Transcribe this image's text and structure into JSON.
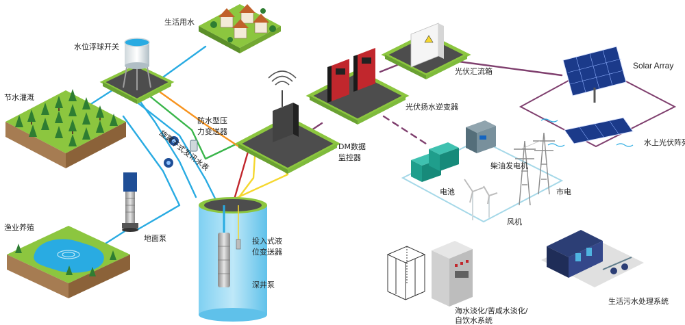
{
  "labels": {
    "domestic_water": "生活用水",
    "float_switch": "水位浮球开关",
    "irrigation": "节水灌溉",
    "pressure_transmitter_1": "防水型压",
    "pressure_transmitter_2": "力变送器",
    "flowmeter": "旋翼干式发讯水表",
    "surface_pump": "地面泵",
    "aquaculture": "渔业养殖",
    "submersible_transmitter_1": "投入式液",
    "submersible_transmitter_2": "位变送器",
    "deep_well_pump": "深井泵",
    "dm_monitor_1": "DM数据",
    "dm_monitor_2": "监控器",
    "pv_inverter": "光伏扬水逆变器",
    "pv_combiner": "光伏汇流箱",
    "solar_array": "Solar Array",
    "floating_pv": "水上光伏阵列",
    "diesel_generator": "柴油发电机",
    "battery": "电池",
    "grid": "市电",
    "wind_turbine": "风机",
    "desalination_1": "海水淡化/苦咸水淡化/",
    "desalination_2": "自饮水系统",
    "sewage_treatment": "生活污水处理系统"
  },
  "colors": {
    "platform_top": "#4d4d4d",
    "platform_edge": "#8cc63f",
    "grass": "#8cc63f",
    "soil": "#a67c52",
    "water_blue": "#29abe2",
    "line_blue": "#29abe2",
    "line_green": "#39b54a",
    "line_orange": "#f7931e",
    "line_yellow": "#f5d72e",
    "line_purple": "#7f3f6e",
    "inverter_red": "#c1272d",
    "zone_outline": "#a5d8e8"
  },
  "icons": [
    "wifi-icon",
    "warning-icon"
  ]
}
